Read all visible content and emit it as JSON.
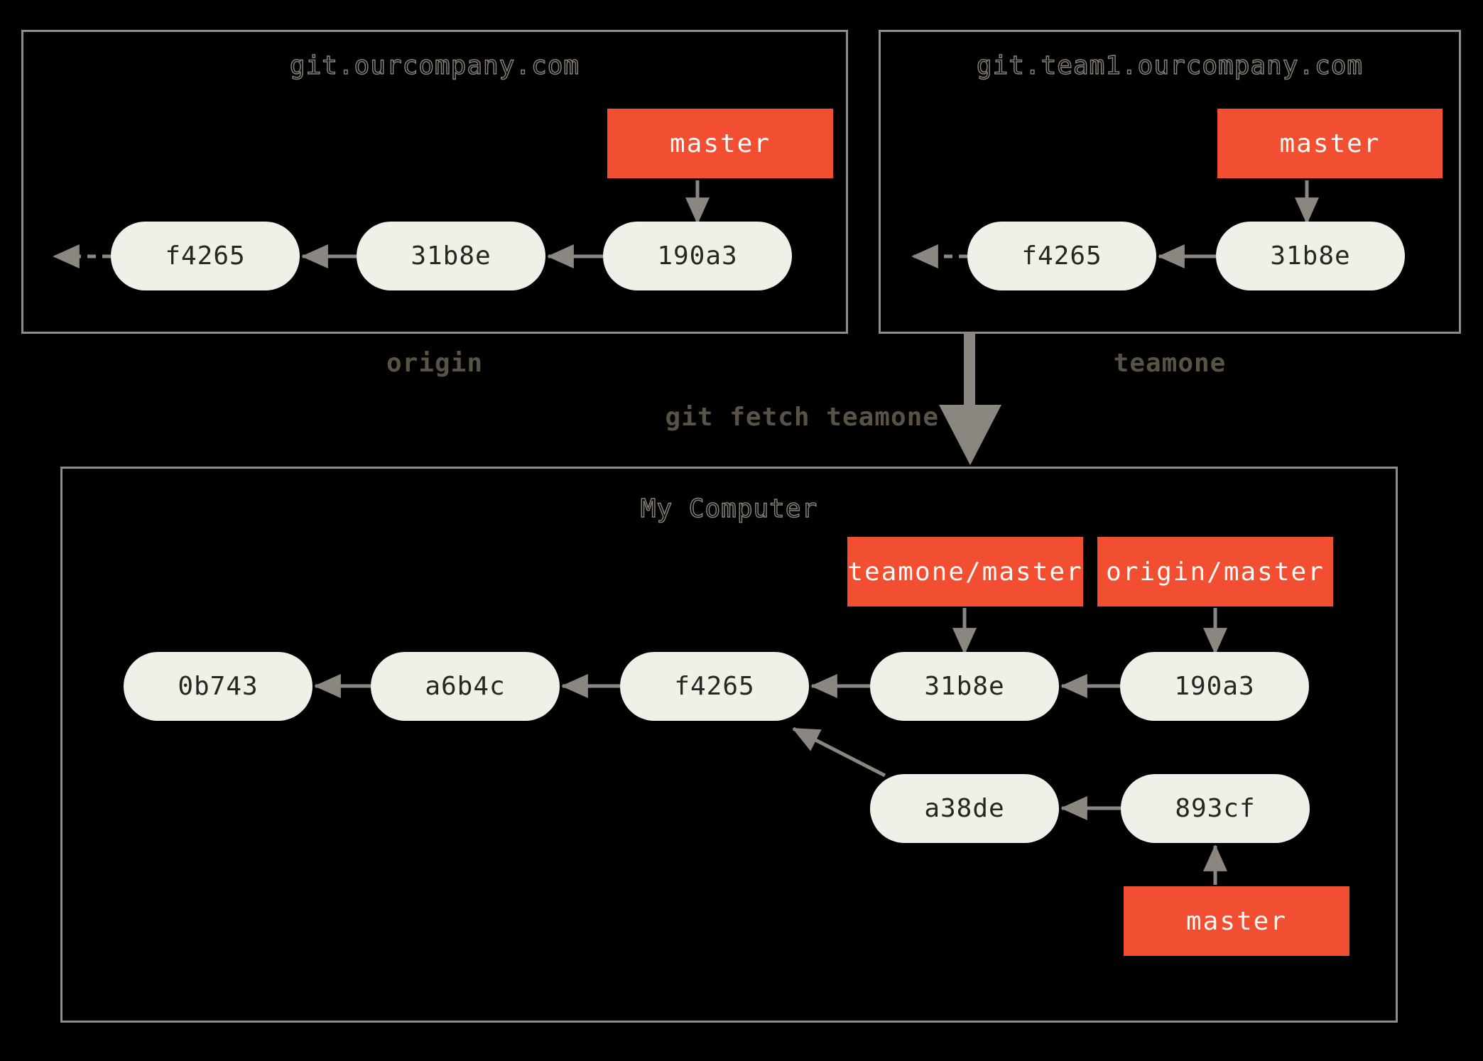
{
  "remotes": [
    {
      "title": "git.ourcompany.com",
      "label": "origin",
      "branch_ref": "master",
      "commits": [
        "f4265",
        "31b8e",
        "190a3"
      ]
    },
    {
      "title": "git.team1.ourcompany.com",
      "label": "teamone",
      "branch_ref": "master",
      "commits": [
        "f4265",
        "31b8e"
      ]
    }
  ],
  "fetch": {
    "command": "git fetch teamone"
  },
  "local": {
    "title": "My Computer",
    "main_commits": [
      "0b743",
      "a6b4c",
      "f4265",
      "31b8e",
      "190a3"
    ],
    "topic_commits": [
      "a38de",
      "893cf"
    ],
    "refs": {
      "teamone_master": "teamone/master",
      "origin_master": "origin/master",
      "master": "master"
    }
  },
  "colors": {
    "background": "#000000",
    "box_border": "#918b83",
    "arrow": "#8c8680",
    "commit_fill": "#f0efe8",
    "commit_text": "#272720",
    "ref_fill": "#f14e32",
    "ref_text": "#fbf9f6",
    "label_text": "#5a5245"
  },
  "icons": {
    "fetch_arrow": "thick-down-arrow",
    "history_continues": "dashed-left-arrow",
    "parent_pointer": "left-arrow"
  }
}
